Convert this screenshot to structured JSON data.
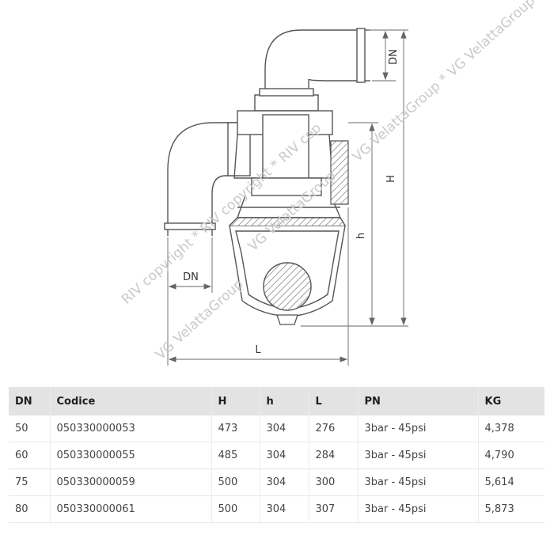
{
  "drawing": {
    "dimension_labels": {
      "dn_top": "DN",
      "dn_side": "DN",
      "H": "H",
      "h": "h",
      "L": "L"
    },
    "watermarks": [
      "RIV copyright * RIV copyright * RIV cop",
      "VG VelattaGroup * VG VelattaGroup * V",
      "VG VelattaGroup",
      "VG VelattaGroup"
    ]
  },
  "table": {
    "headers": [
      "DN",
      "Codice",
      "H",
      "h",
      "L",
      "PN",
      "KG"
    ],
    "rows": [
      [
        "50",
        "050330000053",
        "473",
        "304",
        "276",
        "3bar - 45psi",
        "4,378"
      ],
      [
        "60",
        "050330000055",
        "485",
        "304",
        "284",
        "3bar - 45psi",
        "4,790"
      ],
      [
        "75",
        "050330000059",
        "500",
        "304",
        "300",
        "3bar - 45psi",
        "5,614"
      ],
      [
        "80",
        "050330000061",
        "500",
        "304",
        "307",
        "3bar - 45psi",
        "5,873"
      ]
    ]
  }
}
